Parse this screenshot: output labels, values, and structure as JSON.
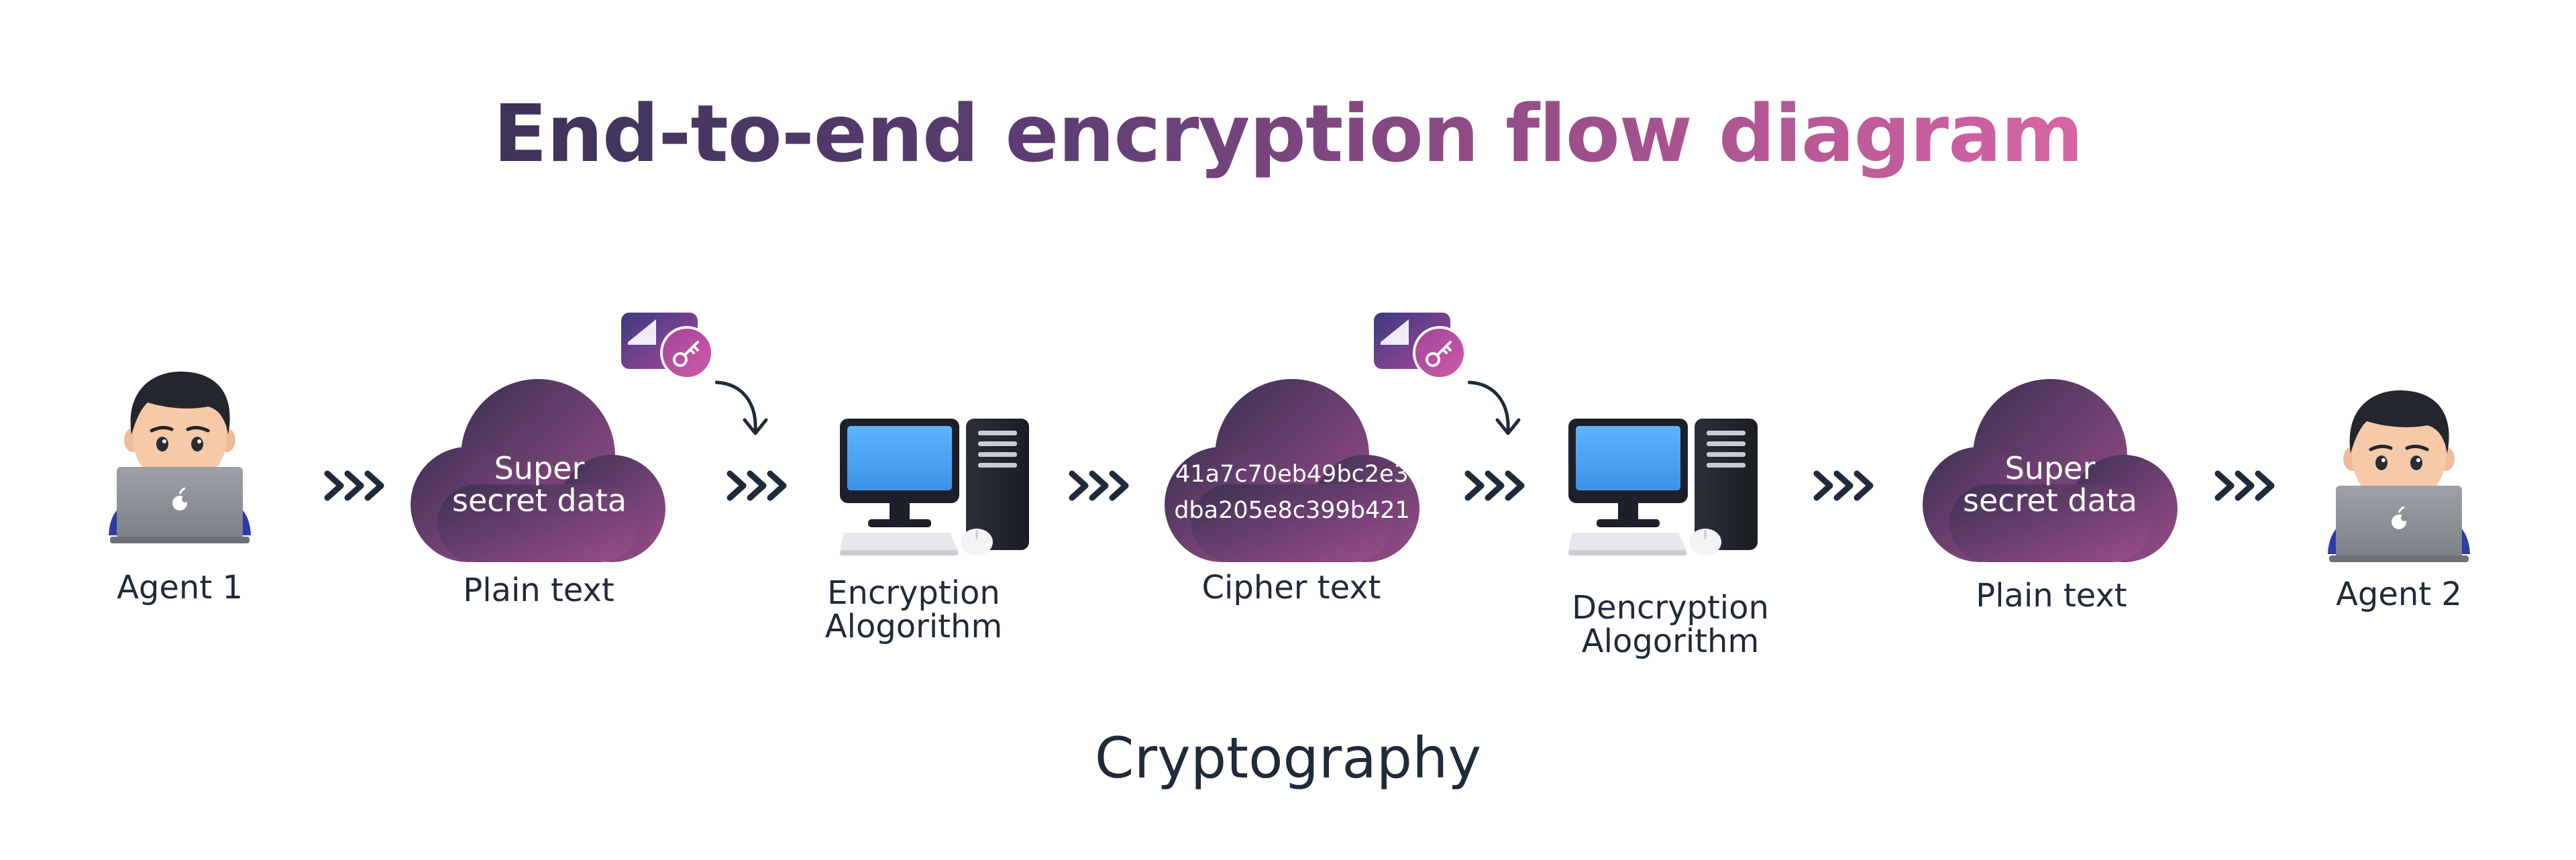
{
  "title": "End-to-end encryption flow diagram",
  "footer": "Cryptography",
  "nodes": {
    "agent1": {
      "label": "Agent 1"
    },
    "plain_text_1": {
      "cloud_line1": "Super",
      "cloud_line2": "secret data",
      "label": "Plain text"
    },
    "encryption": {
      "label_line1": "Encryption",
      "label_line2": "Alogorithm"
    },
    "cipher": {
      "cloud_line1": "41a7c70eb49bc2e3",
      "cloud_line2": "dba205e8c399b421",
      "label": "Cipher text"
    },
    "decryption": {
      "label_line1": "Dencryption",
      "label_line2": "Alogorithm"
    },
    "plain_text_2": {
      "cloud_line1": "Super",
      "cloud_line2": "secret data",
      "label": "Plain text"
    },
    "agent2": {
      "label": "Agent 2"
    }
  },
  "icons": [
    "person-with-laptop-icon",
    "cloud-icon",
    "key-card-icon",
    "desktop-computer-icon",
    "chevron-arrows-icon",
    "curved-arrow-icon"
  ],
  "colors": {
    "cloud_dark": "#3c3357",
    "cloud_light": "#964b87",
    "title_start": "#3c3357",
    "title_end": "#d865a5",
    "text": "#1f2a3a",
    "screen": "#4da6f5"
  }
}
